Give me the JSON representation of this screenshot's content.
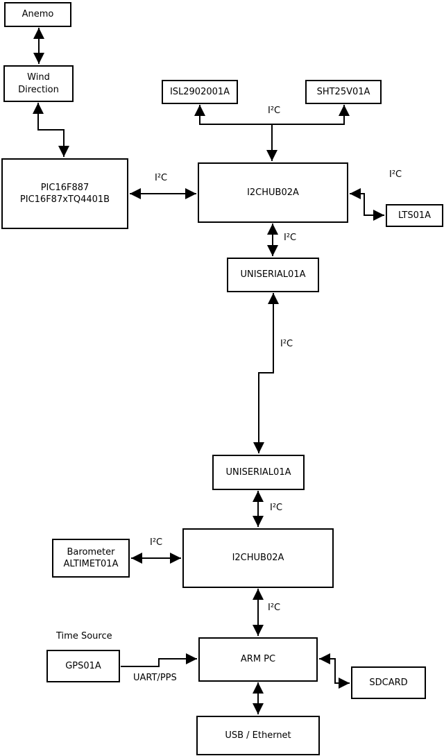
{
  "diagram": {
    "colors": {
      "background": "#ffffff",
      "line": "#000000",
      "box_fill": "#ffffff",
      "box_border": "#000000"
    },
    "nodes": {
      "anemo": {
        "label": "Anemo"
      },
      "wind_direction": {
        "label": "Wind\nDirection"
      },
      "pic": {
        "label": "PIC16F887\nPIC16F87xTQ4401B"
      },
      "isl": {
        "label": "ISL2902001A"
      },
      "sht": {
        "label": "SHT25V01A"
      },
      "i2c_hub_top": {
        "label": "I2CHUB02A"
      },
      "lts": {
        "label": "LTS01A"
      },
      "uniserial_top": {
        "label": "UNISERIAL01A"
      },
      "uniserial_bottom": {
        "label": "UNISERIAL01A"
      },
      "barometer": {
        "label": "Barometer\nALTIMET01A"
      },
      "i2c_hub_bottom": {
        "label": "I2CHUB02A"
      },
      "arm_pc": {
        "label": "ARM PC"
      },
      "gps": {
        "label": "GPS01A"
      },
      "sdcard": {
        "label": "SDCARD"
      },
      "usb_ethernet": {
        "label": "USB / Ethernet"
      }
    },
    "edge_labels": {
      "i2c_sensors": "I²C",
      "i2c_pic": "I²C",
      "i2c_lts": "I²C",
      "i2c_hub_uniserial": "I²C",
      "i2c_uniserial_link": "I²C",
      "i2c_uniserial_hub2": "I²C",
      "i2c_barometer": "I²C",
      "i2c_hub2_arm": "I²C",
      "uart_pps": "UART/PPS",
      "time_source": "Time Source"
    }
  }
}
